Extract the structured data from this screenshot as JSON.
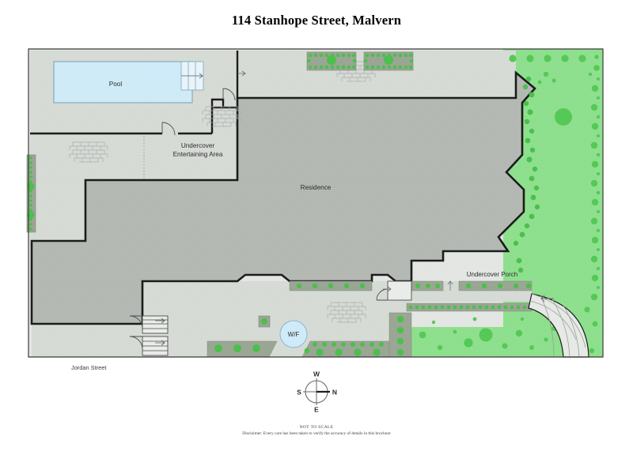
{
  "title": "114 Stanhope Street, Malvern",
  "labels": {
    "pool": "Pool",
    "undercover_entertaining": "Undercover\nEntertaining Area",
    "undercover_entertaining_line1": "Undercover",
    "undercover_entertaining_line2": "Entertaining Area",
    "residence": "Residence",
    "undercover_porch": "Undercover Porch",
    "water_feature": "W/F",
    "street": "Jordan Street"
  },
  "compass": {
    "north": "N",
    "south": "S",
    "east": "E",
    "west": "W",
    "orientation_note": "rotated: W up, N right, E down, S left"
  },
  "footer": {
    "not_to_scale": "NOT TO SCALE",
    "disclaimer": "Disclaimer: Every care has been taken to verify the accuracy of details in this brochure"
  },
  "colors": {
    "outline": "#1c1c1c",
    "residence_fill": "#b3b8b3",
    "paving_fill": "#d7dbd6",
    "paving_light": "#e2e5e1",
    "pool_fill": "#cdeaf7",
    "pool_stroke": "#6f97a8",
    "lawn_fill": "#8ee08e",
    "garden_bed_fill": "#9aa596",
    "shrub_fill": "#4cbf4c",
    "shrub_dark": "#45b845",
    "page_bg": "#ffffff",
    "text": "#2b2b2b"
  },
  "plan_meta": {
    "type": "site-plan",
    "areas": [
      "Pool",
      "Undercover Entertaining Area",
      "Residence",
      "Undercover Porch",
      "Water Feature",
      "Garden / Lawn",
      "Paved Driveway"
    ]
  }
}
